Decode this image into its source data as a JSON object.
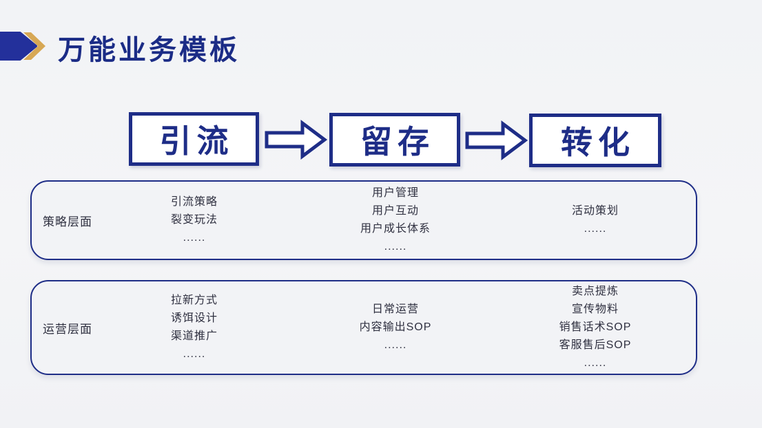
{
  "slide": {
    "title": "万能业务模板",
    "colors": {
      "primary_blue": "#1e2d87",
      "title_blue": "#1b2c86",
      "accent_gold": "#d7a855",
      "background": "#f3f4f6",
      "body_text": "#2f3040"
    }
  },
  "flow": {
    "stages": [
      "引流",
      "留存",
      "转化"
    ]
  },
  "rows": [
    {
      "label": "策略层面",
      "columns": [
        [
          "引流策略",
          "裂变玩法",
          "......"
        ],
        [
          "用户管理",
          "用户互动",
          "用户成长体系",
          "......"
        ],
        [
          "活动策划",
          "......"
        ]
      ]
    },
    {
      "label": "运营层面",
      "columns": [
        [
          "拉新方式",
          "诱饵设计",
          "渠道推广",
          "......"
        ],
        [
          "日常运营",
          "内容输出SOP",
          "......"
        ],
        [
          "卖点提炼",
          "宣传物料",
          "销售话术SOP",
          "客服售后SOP",
          "......"
        ]
      ]
    }
  ]
}
